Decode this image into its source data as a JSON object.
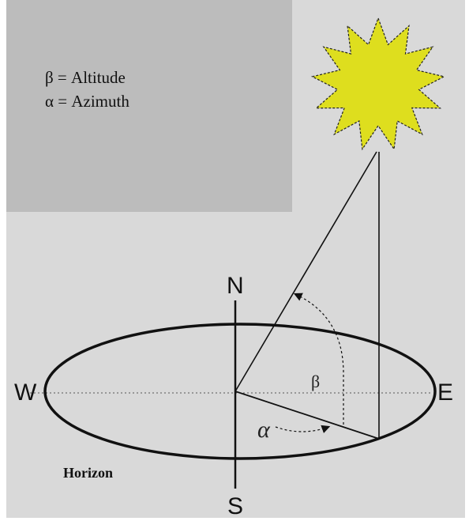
{
  "legend": {
    "altitude": "β = Altitude",
    "azimuth": "α = Azimuth"
  },
  "compass": {
    "north": "N",
    "south": "S",
    "east": "E",
    "west": "W"
  },
  "angles": {
    "beta": "β",
    "alpha": "α"
  },
  "horizon_label": "Horizon",
  "colors": {
    "sun_fill": "#dede1e",
    "background": "#d9d9d9",
    "legend_panel": "#bcbcbc"
  }
}
